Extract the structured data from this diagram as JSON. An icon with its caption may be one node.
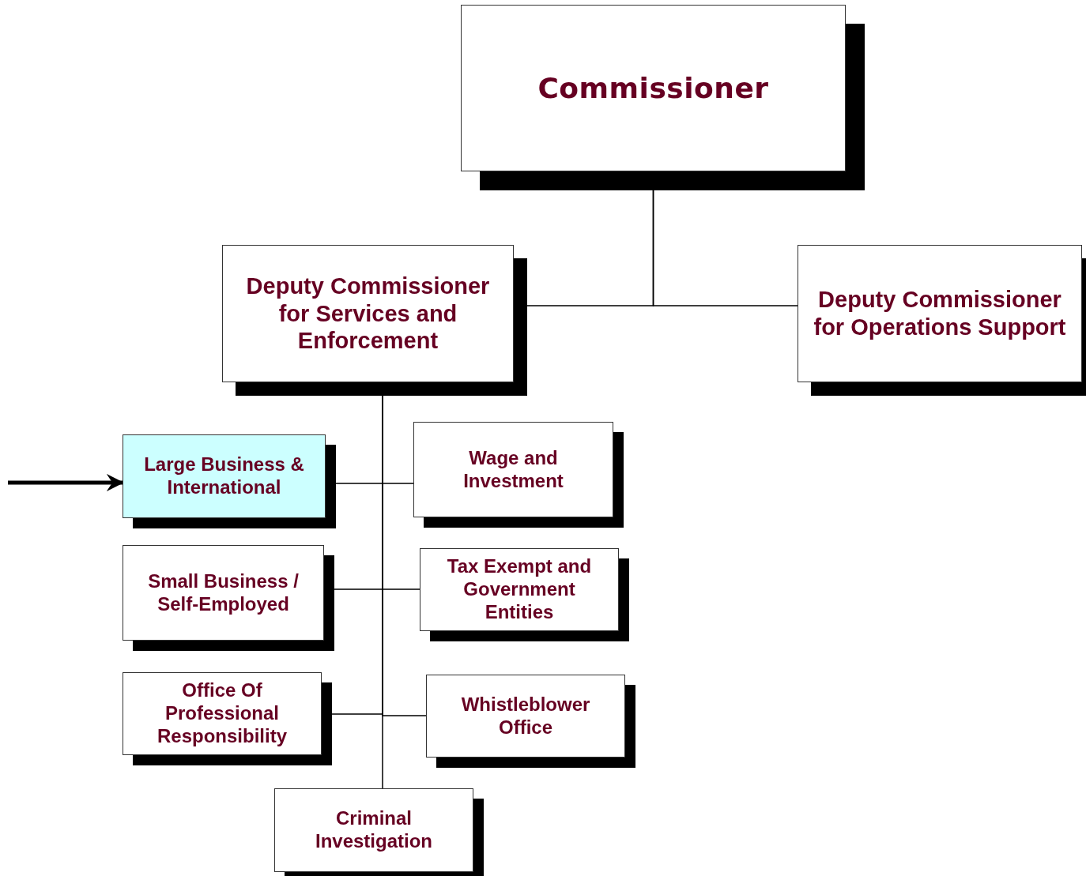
{
  "diagram": {
    "nodes": [
      {
        "text": [
          "Commissioner"
        ]
      },
      {
        "text": [
          "Deputy Commissioner for Services and Enforcement"
        ]
      },
      {
        "text": [
          "Deputy Commissioner for Operations Support"
        ]
      },
      {
        "text": [
          "Large Business & International"
        ]
      },
      {
        "text": [
          "Wage and Investment"
        ]
      },
      {
        "text": [
          "Small Business / Self-Employed"
        ]
      },
      {
        "text": [
          "Tax Exempt and Government Entities"
        ]
      },
      {
        "text": [
          "Office Of Professional Responsibility"
        ]
      },
      {
        "text": [
          "Whistleblower Office"
        ]
      },
      {
        "text": [
          "Criminal Investigation"
        ]
      }
    ],
    "edges": [
      {
        "from": 0,
        "to": 1,
        "arrow": "none"
      },
      {
        "from": 0,
        "to": 2,
        "arrow": "none"
      },
      {
        "from": 1,
        "to": 3,
        "arrow": "none"
      },
      {
        "from": 1,
        "to": 4,
        "arrow": "none"
      },
      {
        "from": 1,
        "to": 5,
        "arrow": "none"
      },
      {
        "from": 1,
        "to": 6,
        "arrow": "none"
      },
      {
        "from": 1,
        "to": 7,
        "arrow": "none"
      },
      {
        "from": 1,
        "to": 8,
        "arrow": "none"
      },
      {
        "from": 1,
        "to": 9,
        "arrow": "none"
      },
      {
        "from": null,
        "to": 3,
        "arrow": "to",
        "style": "thick"
      }
    ]
  }
}
